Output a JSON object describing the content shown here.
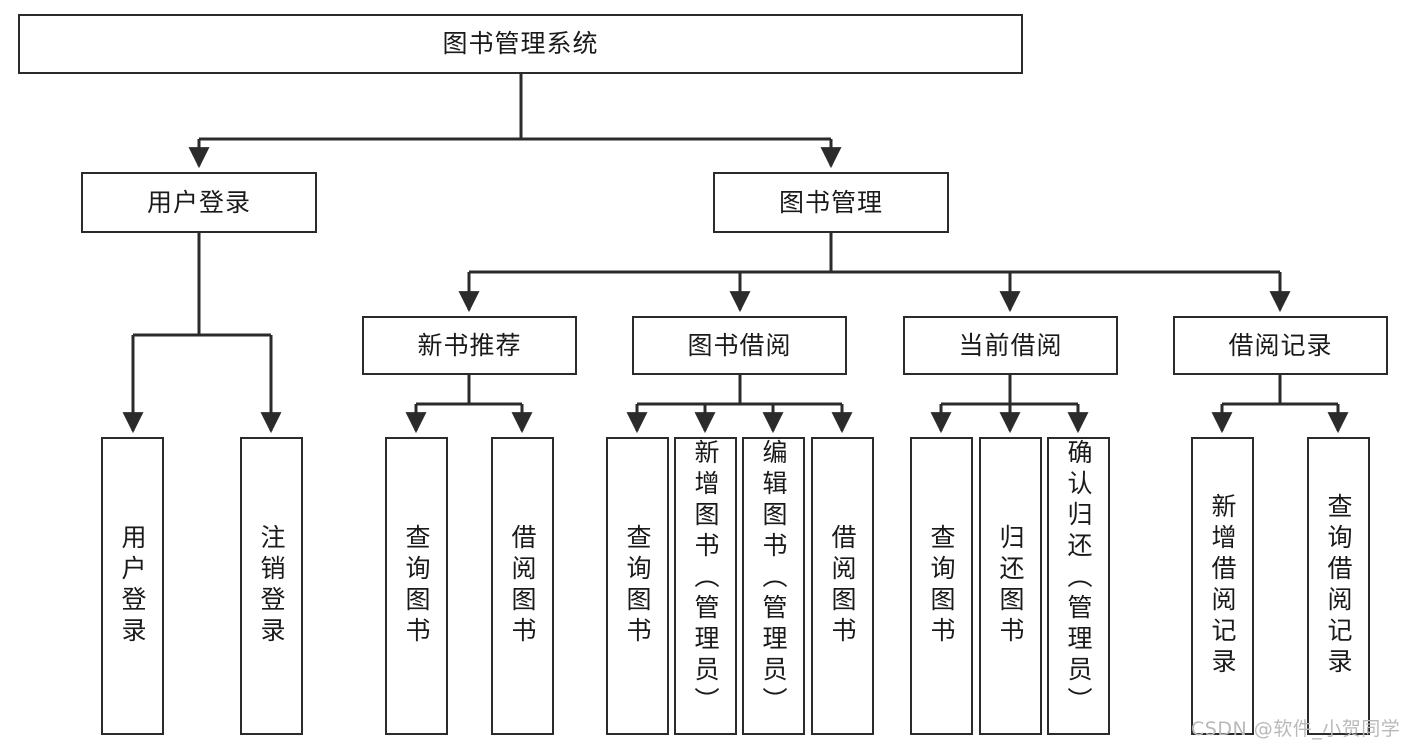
{
  "diagram": {
    "title": "图书管理系统",
    "type": "tree-hierarchy-chart",
    "orientation": "top-down",
    "colors": {
      "background": "#ffffff",
      "node_border": "#2b2b2b",
      "node_fill": "#ffffff",
      "edge": "#2b2b2b",
      "text": "#1a1a1a",
      "watermark": "#b9b9b9"
    }
  },
  "nodes": {
    "root": {
      "label": "图书管理系统"
    },
    "level2": [
      {
        "id": "user-login",
        "label": "用户登录"
      },
      {
        "id": "book-manage",
        "label": "图书管理"
      }
    ],
    "level3": [
      {
        "id": "new-book-recommend",
        "label": "新书推荐"
      },
      {
        "id": "book-borrow",
        "label": "图书借阅"
      },
      {
        "id": "current-borrow",
        "label": "当前借阅"
      },
      {
        "id": "borrow-record",
        "label": "借阅记录"
      }
    ],
    "leaves": [
      {
        "id": "leaf-user-login",
        "label": "用户登录",
        "parent": "user-login",
        "align": "center"
      },
      {
        "id": "leaf-logout",
        "label": "注销登录",
        "parent": "user-login",
        "align": "center"
      },
      {
        "id": "leaf-query-book-1",
        "label": "查询图书",
        "parent": "new-book-recommend",
        "align": "center"
      },
      {
        "id": "leaf-borrow-book-1",
        "label": "借阅图书",
        "parent": "new-book-recommend",
        "align": "center"
      },
      {
        "id": "leaf-query-book-2",
        "label": "查询图书",
        "parent": "book-borrow",
        "align": "center"
      },
      {
        "id": "leaf-add-book-admin",
        "label": "新增图书（管理员）",
        "parent": "book-borrow",
        "align": "top"
      },
      {
        "id": "leaf-edit-book-admin",
        "label": "编辑图书（管理员）",
        "parent": "book-borrow",
        "align": "top"
      },
      {
        "id": "leaf-borrow-book-2",
        "label": "借阅图书",
        "parent": "book-borrow",
        "align": "center"
      },
      {
        "id": "leaf-query-book-3",
        "label": "查询图书",
        "parent": "current-borrow",
        "align": "center"
      },
      {
        "id": "leaf-return-book",
        "label": "归还图书",
        "parent": "current-borrow",
        "align": "center"
      },
      {
        "id": "leaf-confirm-return-admin",
        "label": "确认归还（管理员）",
        "parent": "current-borrow",
        "align": "top"
      },
      {
        "id": "leaf-add-borrow-record",
        "label": "新增借阅记录",
        "parent": "borrow-record",
        "align": "center"
      },
      {
        "id": "leaf-query-borrow-record",
        "label": "查询借阅记录",
        "parent": "borrow-record",
        "align": "center"
      }
    ]
  },
  "watermark": {
    "text": "CSDN @软件_小贺同学"
  }
}
